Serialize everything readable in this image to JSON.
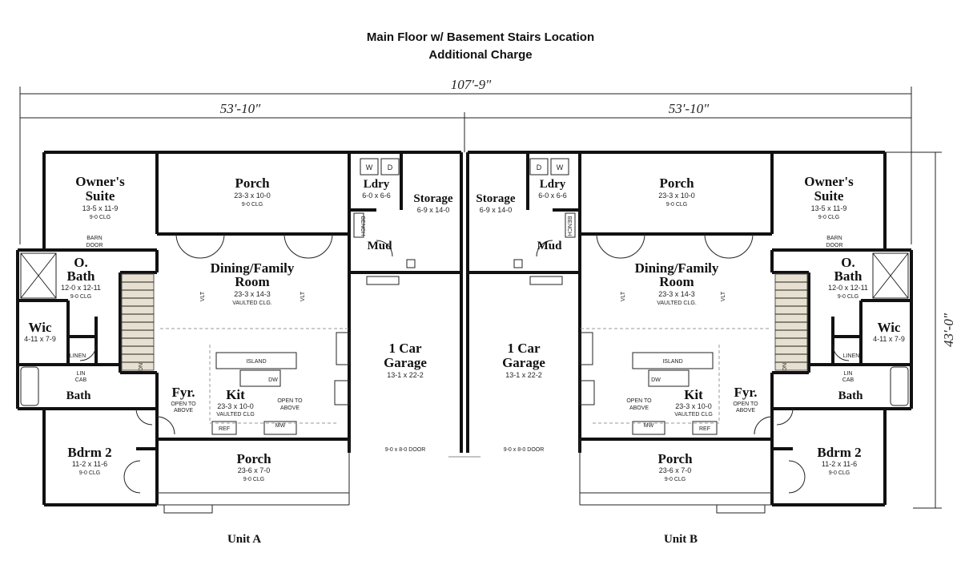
{
  "header": {
    "line1": "Main Floor w/ Basement Stairs Location",
    "line2": "Additional Charge"
  },
  "dimensions": {
    "overall_width": "107'-9\"",
    "unit_a_width": "53'-10\"",
    "unit_b_width": "53'-10\"",
    "overall_depth": "43'-0\""
  },
  "labels": {
    "unit_a": "Unit A",
    "unit_b": "Unit B",
    "garage_door": "9-0 x 8-0 DOOR",
    "barn_door_1": "BARN",
    "barn_door_2": "DOOR",
    "linen": "LINEN",
    "lin_cab_1": "LIN",
    "lin_cab_2": "CAB",
    "island": "ISLAND",
    "dw": "DW",
    "mw": "MW",
    "ref": "REF",
    "open_to_above_1": "OPEN TO",
    "open_to_above_2": "ABOVE",
    "vlt": "VLT",
    "bench": "BENCH",
    "dn": "DN",
    "washer": "W",
    "dryer": "D"
  },
  "rooms": {
    "owners_suite": {
      "name1": "Owner's",
      "name2": "Suite",
      "size": "13-5 x 11-9",
      "clg": "9-0 CLG"
    },
    "porch_rear": {
      "name": "Porch",
      "size": "23-3 x 10-0",
      "clg": "9-0 CLG"
    },
    "ldry": {
      "name": "Ldry",
      "size": "6-0 x 6-6"
    },
    "storage": {
      "name": "Storage",
      "size": "6-9 x 14-0"
    },
    "mud": {
      "name": "Mud"
    },
    "o_bath": {
      "name1": "O.",
      "name2": "Bath",
      "size": "12-0 x 12-11",
      "clg": "9-0 CLG"
    },
    "dining": {
      "name1": "Dining/Family",
      "name2": "Room",
      "size": "23-3 x 14-3",
      "clg": "VAULTED CLG."
    },
    "wic": {
      "name": "Wic",
      "size": "4-11 x 7-9"
    },
    "garage": {
      "name1": "1 Car",
      "name2": "Garage",
      "size": "13-1 x 22-2"
    },
    "bath": {
      "name": "Bath"
    },
    "fyr": {
      "name": "Fyr."
    },
    "kit": {
      "name": "Kit",
      "size": "23-3 x 10-0",
      "clg": "VAULTED CLG"
    },
    "bdrm2": {
      "name": "Bdrm 2",
      "size": "11-2 x 11-6",
      "clg": "9-0 CLG"
    },
    "porch_front": {
      "name": "Porch",
      "size": "23-6 x 7-0",
      "clg": "9-0 CLG"
    }
  }
}
